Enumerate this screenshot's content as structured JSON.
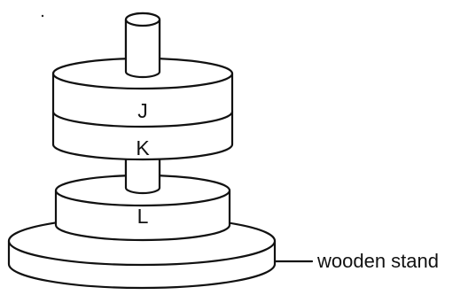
{
  "magnets": {
    "j_label": "J",
    "k_label": "K",
    "l_label": "L"
  },
  "stand": {
    "callout": "wooden stand"
  }
}
